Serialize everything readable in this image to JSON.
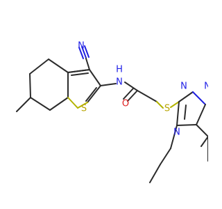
{
  "diagram": {
    "atoms": [
      {
        "id": "N_cyano",
        "label": "N",
        "color": "#1f1fe6"
      },
      {
        "id": "N_amide",
        "label": "N",
        "color": "#1f1fe6"
      },
      {
        "id": "H_amide",
        "label": "H",
        "color": "#1f1fe6"
      },
      {
        "id": "O_carbonyl",
        "label": "O",
        "color": "#e01f1f"
      },
      {
        "id": "S_thiophene",
        "label": "S",
        "color": "#b7a400"
      },
      {
        "id": "S_thioether",
        "label": "S",
        "color": "#b7a400"
      },
      {
        "id": "N_triazole_1",
        "label": "N",
        "color": "#1f1fe6"
      },
      {
        "id": "N_triazole_2",
        "label": "N",
        "color": "#1f1fe6"
      },
      {
        "id": "N_triazole_3",
        "label": "N",
        "color": "#1f1fe6"
      }
    ]
  }
}
